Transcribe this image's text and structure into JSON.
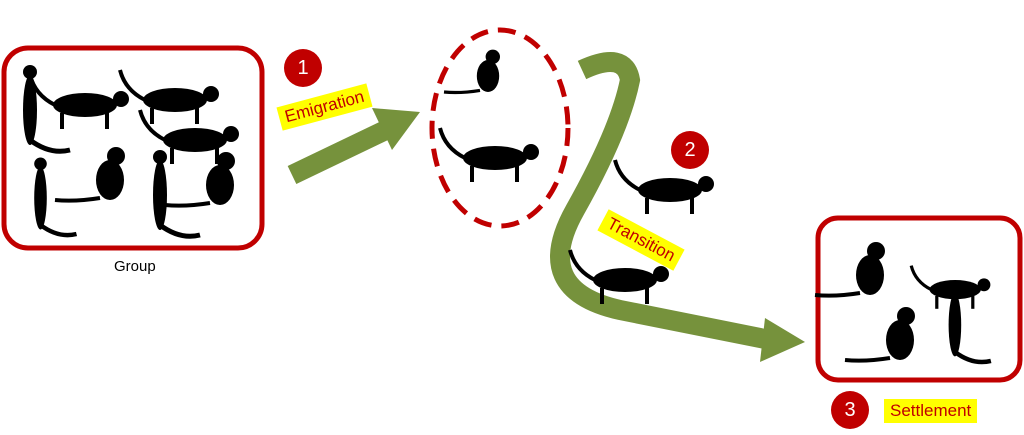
{
  "colors": {
    "red": "#c00000",
    "green": "#76923c",
    "highlight": "#ffff00",
    "silhouette": "#000000"
  },
  "group_label": "Group",
  "stages": [
    {
      "number": "1",
      "label": "Emigration"
    },
    {
      "number": "2",
      "label": "Transition"
    },
    {
      "number": "3",
      "label": "Settlement"
    }
  ]
}
